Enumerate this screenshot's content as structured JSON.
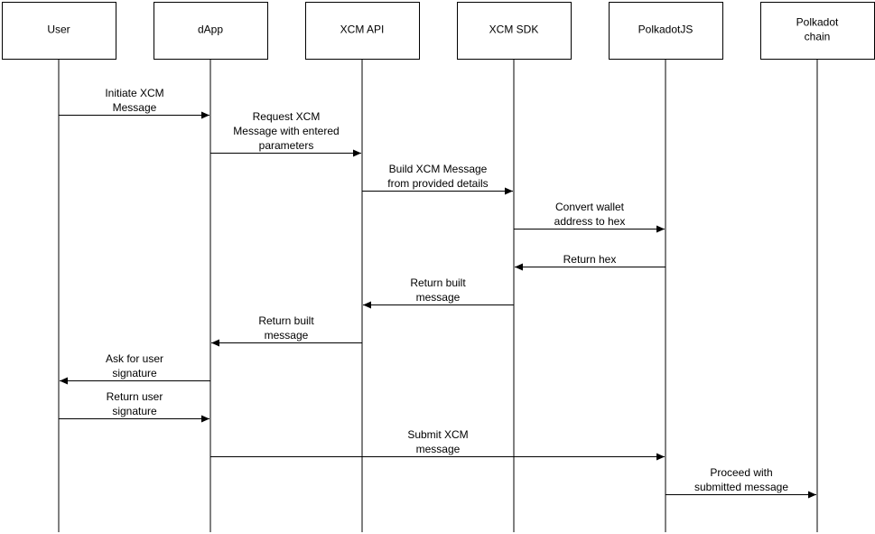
{
  "diagram": {
    "participants": [
      {
        "id": "user",
        "label_lines": [
          "User"
        ]
      },
      {
        "id": "dapp",
        "label_lines": [
          "dApp"
        ]
      },
      {
        "id": "xcm-api",
        "label_lines": [
          "XCM API"
        ]
      },
      {
        "id": "xcm-sdk",
        "label_lines": [
          "XCM SDK"
        ]
      },
      {
        "id": "polkadotjs",
        "label_lines": [
          "PolkadotJS"
        ]
      },
      {
        "id": "polkadot-chain",
        "label_lines": [
          "Polkadot",
          "chain"
        ]
      }
    ],
    "messages": [
      {
        "from": 0,
        "to": 1,
        "label_lines": [
          "Initiate XCM",
          "Message"
        ]
      },
      {
        "from": 1,
        "to": 2,
        "label_lines": [
          "Request XCM",
          "Message with entered",
          "parameters"
        ]
      },
      {
        "from": 2,
        "to": 3,
        "label_lines": [
          "Build XCM Message",
          "from provided details"
        ]
      },
      {
        "from": 3,
        "to": 4,
        "label_lines": [
          "Convert wallet",
          "address to hex"
        ]
      },
      {
        "from": 4,
        "to": 3,
        "label_lines": [
          "Return hex"
        ]
      },
      {
        "from": 3,
        "to": 2,
        "label_lines": [
          "Return built",
          "message"
        ]
      },
      {
        "from": 2,
        "to": 1,
        "label_lines": [
          "Return built",
          "message"
        ]
      },
      {
        "from": 1,
        "to": 0,
        "label_lines": [
          "Ask for user",
          "signature"
        ]
      },
      {
        "from": 0,
        "to": 1,
        "label_lines": [
          "Return user",
          "signature"
        ]
      },
      {
        "from": 1,
        "to": 4,
        "label_lines": [
          "Submit XCM",
          "message"
        ]
      },
      {
        "from": 4,
        "to": 5,
        "label_lines": [
          "Proceed with",
          "submitted message"
        ]
      }
    ]
  }
}
